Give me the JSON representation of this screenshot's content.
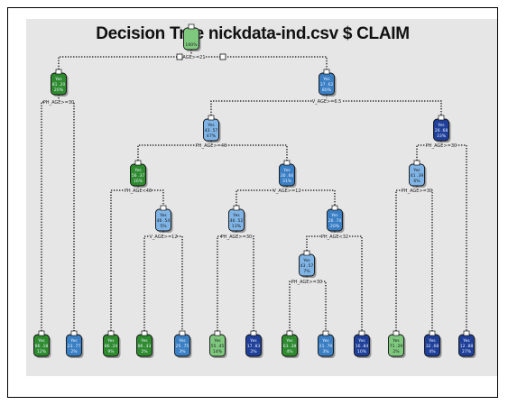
{
  "title": "Decision Tree nickdata-ind.csv $ CLAIM",
  "colors": {
    "plot_background": "#e6e6e6",
    "edge": "#111111",
    "class_green": "#2e8b2e",
    "class_green_light": "#7fc97f",
    "class_blue_light": "#7fb4e6",
    "class_blue_mid": "#3a7fc4",
    "class_blue_dark": "#1f3f99"
  },
  "nodes": [
    {
      "id": "n1",
      "parent": null,
      "lines": [
        "",
        "",
        "100%"
      ],
      "color": "class_green_light"
    },
    {
      "id": "n2",
      "parent": "n1",
      "lines": [
        "Yes",
        "81 .20",
        "20%"
      ],
      "color": "class_green"
    },
    {
      "id": "n3",
      "parent": "n1",
      "lines": [
        "Yes",
        "37 .62",
        "80%"
      ],
      "color": "class_blue_mid"
    },
    {
      "id": "n4",
      "parent": "n3",
      "lines": [
        "Yes",
        "43 .57",
        "47%"
      ],
      "color": "class_blue_light"
    },
    {
      "id": "n5",
      "parent": "n3",
      "lines": [
        "Yes",
        "26 .68",
        "33%"
      ],
      "color": "class_blue_dark"
    },
    {
      "id": "n6",
      "parent": "n4",
      "lines": [
        "Yes",
        "56 .37",
        "16%"
      ],
      "color": "class_green"
    },
    {
      "id": "n7",
      "parent": "n4",
      "lines": [
        "Yes",
        "30 .66",
        "31%"
      ],
      "color": "class_blue_mid"
    },
    {
      "id": "n8",
      "parent": "n5",
      "lines": [
        "Yes",
        "41 .39",
        "6%"
      ],
      "color": "class_blue_light"
    },
    {
      "id": "n9",
      "parent": "n6",
      "lines": [
        "Yes",
        "46 .54",
        "5%"
      ],
      "color": "class_blue_light"
    },
    {
      "id": "n10",
      "parent": "n7",
      "lines": [
        "Yes",
        "46 .52",
        "13%"
      ],
      "color": "class_blue_light"
    },
    {
      "id": "n11",
      "parent": "n7",
      "lines": [
        "Yes",
        "26 .74",
        "20%"
      ],
      "color": "class_blue_mid"
    },
    {
      "id": "n12",
      "parent": "n11",
      "lines": [
        "Yes",
        "43 .57",
        "7%"
      ],
      "color": "class_blue_light"
    }
  ],
  "leaves": [
    {
      "parent": "n2",
      "lines": [
        "Yes",
        "86 .18",
        "12%"
      ],
      "color": "class_green"
    },
    {
      "parent": "n2",
      "lines": [
        "Yes",
        "23 .77",
        "2%"
      ],
      "color": "class_blue_mid"
    },
    {
      "parent": "n6",
      "lines": [
        "Yes",
        "86 .24",
        "9%"
      ],
      "color": "class_green"
    },
    {
      "parent": "n9",
      "lines": [
        "Yes",
        "86 .33",
        "2%"
      ],
      "color": "class_green"
    },
    {
      "parent": "n9",
      "lines": [
        "Yes",
        "25 .75",
        "3%"
      ],
      "color": "class_blue_mid"
    },
    {
      "parent": "n10",
      "lines": [
        "Yes",
        "55 .45",
        "14%"
      ],
      "color": "class_green_light"
    },
    {
      "parent": "n10",
      "lines": [
        "Yes",
        "17 .83",
        "2%"
      ],
      "color": "class_blue_dark"
    },
    {
      "parent": "n12",
      "lines": [
        "Yes",
        "63 .38",
        "4%"
      ],
      "color": "class_green"
    },
    {
      "parent": "n12",
      "lines": [
        "Yes",
        "21 .79",
        "3%"
      ],
      "color": "class_blue_mid"
    },
    {
      "parent": "n11",
      "lines": [
        "Yes",
        "16 .84",
        "10%"
      ],
      "color": "class_blue_dark"
    },
    {
      "parent": "n8",
      "lines": [
        "Yes",
        "71 .29",
        "2%"
      ],
      "color": "class_green_light"
    },
    {
      "parent": "n8",
      "lines": [
        "Yes",
        "32 .68",
        "4%"
      ],
      "color": "class_blue_dark"
    },
    {
      "parent": "n5",
      "lines": [
        "Yes",
        "12 .88",
        "27%"
      ],
      "color": "class_blue_dark"
    }
  ],
  "splits": [
    {
      "node": "n1",
      "label": "V_AGE>=21"
    },
    {
      "node": "n2",
      "label": "PH_AGE>=30"
    },
    {
      "node": "n3",
      "label": "V_AGE>=6.5"
    },
    {
      "node": "n4",
      "label": "PH_AGE>=46"
    },
    {
      "node": "n5",
      "label": "PH_AGE>=30"
    },
    {
      "node": "n6",
      "label": "PH_AGE<48"
    },
    {
      "node": "n7",
      "label": "V_AGE>=12"
    },
    {
      "node": "n8",
      "label": "PH_AGE>=30"
    },
    {
      "node": "n9",
      "label": "V_AGE>=12"
    },
    {
      "node": "n10",
      "label": "PH_AGE>=30"
    },
    {
      "node": "n11",
      "label": "PH_AGE<32"
    },
    {
      "node": "n12",
      "label": "PH_AGE>=30"
    }
  ]
}
